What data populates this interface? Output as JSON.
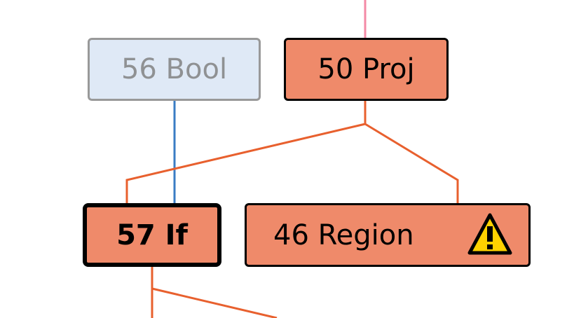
{
  "graph": {
    "nodes": [
      {
        "id": "56",
        "label": "56 Bool",
        "state": "inactive"
      },
      {
        "id": "50",
        "label": "50 Proj",
        "state": "active"
      },
      {
        "id": "57",
        "label": "57 If",
        "state": "selected"
      },
      {
        "id": "46",
        "label": "46 Region",
        "state": "active",
        "badge": "warning-icon"
      }
    ],
    "edges": [
      {
        "from": "above",
        "to": "50",
        "color": "#f48aa6"
      },
      {
        "from": "56",
        "to": "57",
        "color": "#3a7cc4"
      },
      {
        "from": "50",
        "to": "57",
        "color": "#e8602e"
      },
      {
        "from": "50",
        "to": "46",
        "color": "#e8602e"
      },
      {
        "from": "57",
        "to": "below",
        "color": "#e8602e"
      }
    ],
    "colors": {
      "node_fill": "#ef8a6a",
      "inactive_fill": "#dfe9f6",
      "inactive_border": "#999999",
      "inactive_text": "#8f9193",
      "control_edge": "#e8602e",
      "data_edge": "#3a7cc4",
      "memory_edge": "#f48aa6",
      "warning_fill": "#ffd200"
    }
  }
}
